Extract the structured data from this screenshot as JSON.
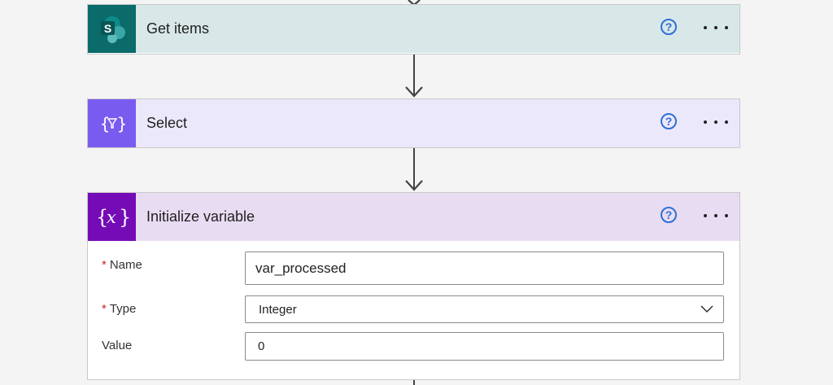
{
  "colors": {
    "sharepoint_header": "#d8e8e8",
    "sharepoint_icon_bg": "#0b6a6a",
    "select_header": "#ece8fb",
    "select_icon_bg": "#7a5bf0",
    "variable_header": "#e8dcf3",
    "variable_icon_bg": "#750bb7",
    "help": "#2f6fd6",
    "required": "#c4262e"
  },
  "steps": [
    {
      "title": "Get items",
      "icon": "sharepoint-icon",
      "help_icon": "help-icon",
      "more_icon": "more-options-icon"
    },
    {
      "title": "Select",
      "icon": "data-operation-filter-icon",
      "help_icon": "help-icon",
      "more_icon": "more-options-icon"
    },
    {
      "title": "Initialize variable",
      "icon": "variable-icon",
      "help_icon": "help-icon",
      "more_icon": "more-options-icon"
    }
  ],
  "variable_form": {
    "name": {
      "label": "Name",
      "required_mark": "*",
      "value": "var_processed"
    },
    "type": {
      "label": "Type",
      "required_mark": "*",
      "value": "Integer"
    },
    "value": {
      "label": "Value",
      "value": "0"
    }
  },
  "help_glyph": "?"
}
